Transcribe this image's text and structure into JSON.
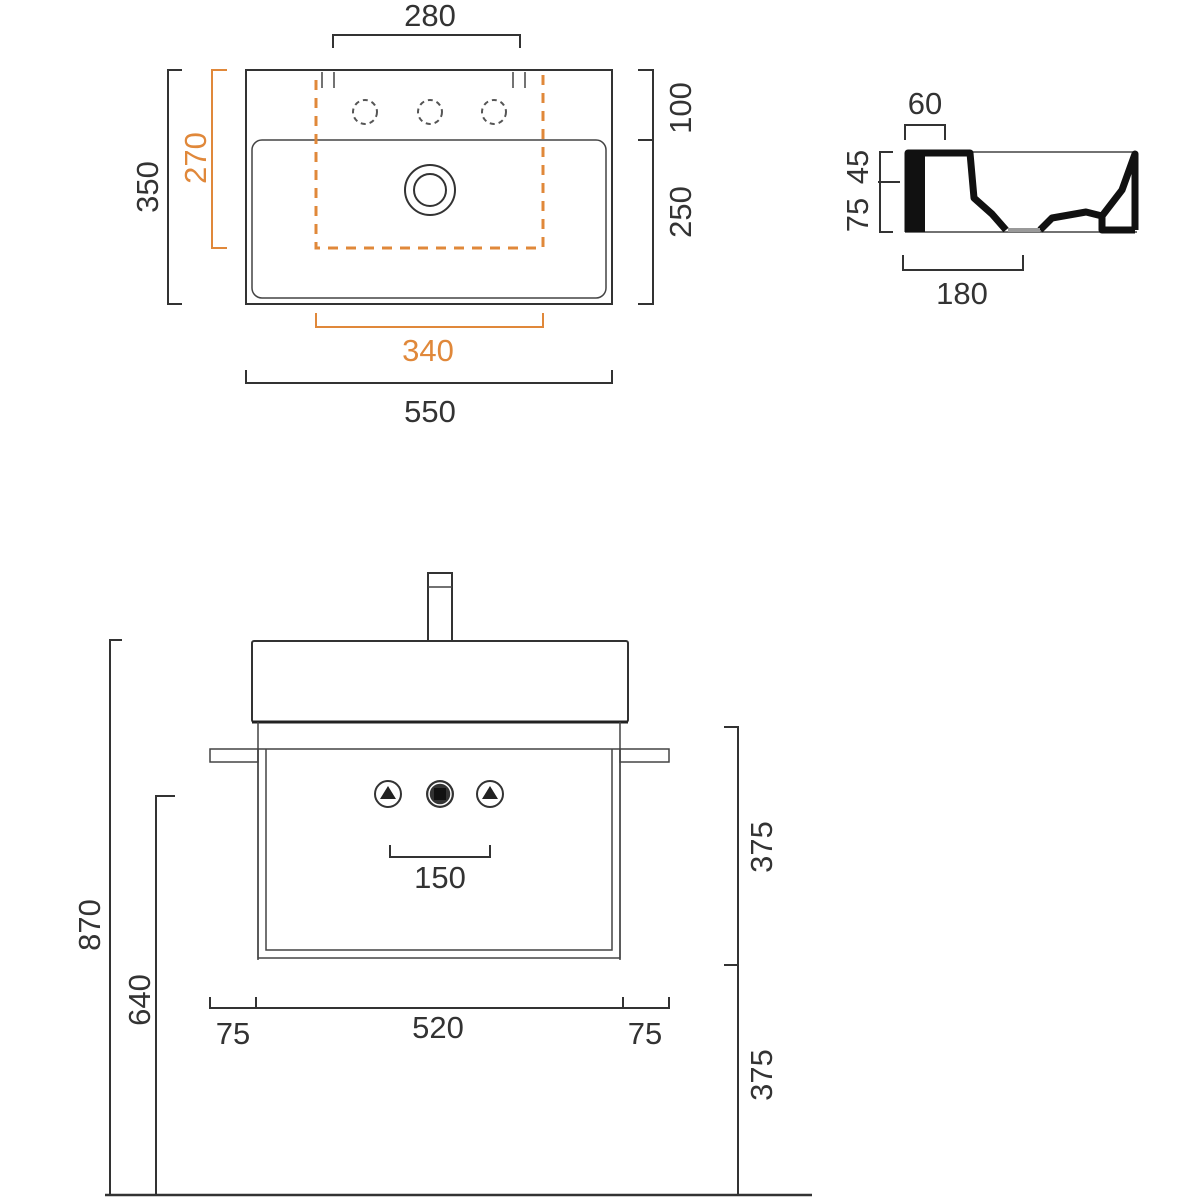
{
  "top_view": {
    "dim_tap_holes_span": "280",
    "dim_total_depth": "350",
    "dim_cutout_depth": "270",
    "dim_rear_deck": "100",
    "dim_bowl_depth": "250",
    "dim_cutout_width": "340",
    "dim_total_width": "550"
  },
  "side_view": {
    "dim_rim_width": "60",
    "dim_upper_height": "45",
    "dim_lower_height": "75",
    "dim_drain_offset": "180"
  },
  "front_view": {
    "dim_controls_span": "150",
    "dim_left_overhang": "75",
    "dim_cabinet_width": "520",
    "dim_right_overhang": "75",
    "dim_total_height": "870",
    "dim_cabinet_bottom_height": "640",
    "dim_upper_375": "375",
    "dim_lower_375": "375"
  },
  "colors": {
    "line": "#333333",
    "cutout": "#e0883a"
  }
}
